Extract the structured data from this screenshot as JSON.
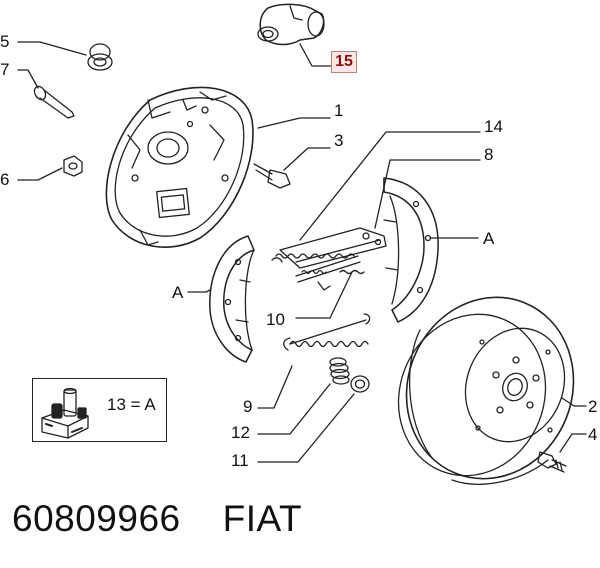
{
  "callouts": {
    "c1": "1",
    "c2": "2",
    "c3": "3",
    "c4": "4",
    "c5": "5",
    "c6": "6",
    "c7": "7",
    "c8": "8",
    "c9": "9",
    "c10": "10",
    "c11": "11",
    "c12": "12",
    "c14": "14",
    "c15": "15",
    "a_left": "A",
    "a_right": "A"
  },
  "legend": {
    "text": "13 = A"
  },
  "footer": {
    "part_number": "60809966",
    "brand": "FIAT"
  },
  "colors": {
    "line": "#222222",
    "highlight_bg": "#fbe6e6",
    "highlight_border": "#c08080",
    "highlight_text": "#8a1010"
  }
}
